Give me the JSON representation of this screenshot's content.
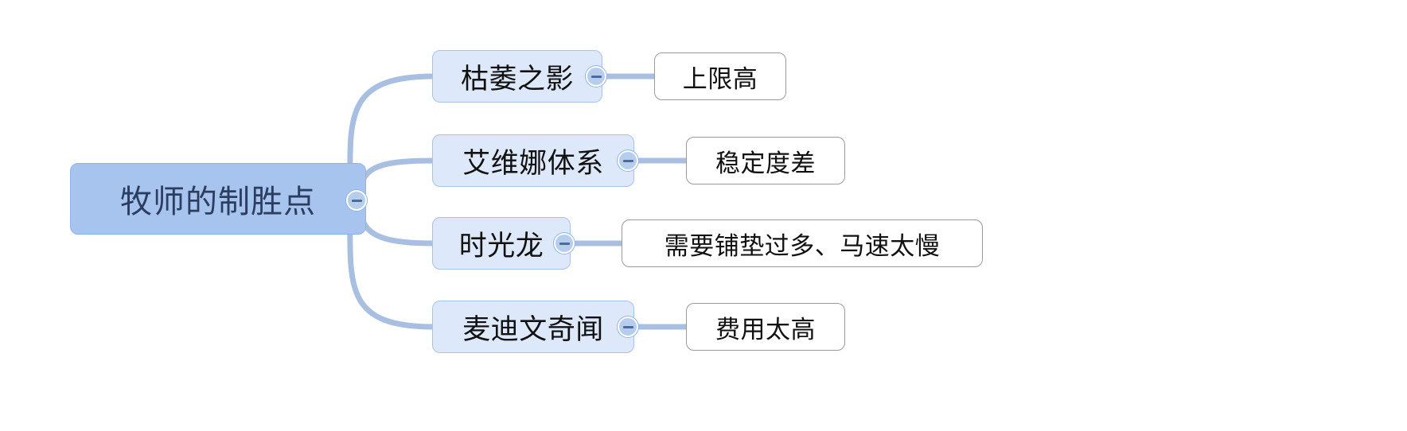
{
  "mindmap": {
    "title": "牧师的制胜点",
    "root": {
      "label": "牧师的制胜点",
      "toggle_state": "expanded",
      "fill": "#a7c4ef",
      "border": "#8fb3e6",
      "text_color": "#2c3e60"
    },
    "branch_fill": "#dde8fa",
    "branch_border": "#a9c2e8",
    "leaf_fill": "#ffffff",
    "leaf_border": "#9a9a9a",
    "link_color": "#a8bfe2",
    "toggle_icon": "minus-circle-icon",
    "branches": [
      {
        "label": "枯萎之影",
        "toggle_state": "expanded",
        "leaf": {
          "label": "上限高"
        }
      },
      {
        "label": "艾维娜体系",
        "toggle_state": "expanded",
        "leaf": {
          "label": "稳定度差"
        }
      },
      {
        "label": "时光龙",
        "toggle_state": "expanded",
        "leaf": {
          "label": "需要铺垫过多、马速太慢"
        }
      },
      {
        "label": "麦迪文奇闻",
        "toggle_state": "expanded",
        "leaf": {
          "label": "费用太高"
        }
      }
    ]
  }
}
